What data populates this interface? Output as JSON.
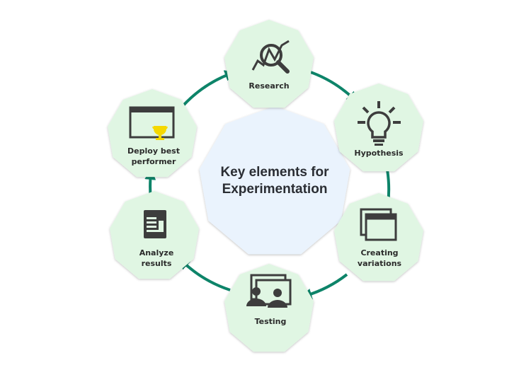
{
  "title": "Key elements for Experimentation",
  "colors": {
    "node_fill": "#e0f6e3",
    "center_fill": "#eaf3fd",
    "arrow": "#0d8469",
    "icon": "#3d3d3d",
    "trophy": "#f5d800"
  },
  "nodes": [
    {
      "id": "research",
      "label": "Research",
      "icon": "search-chart-icon"
    },
    {
      "id": "hypothesis",
      "label": "Hypothesis",
      "icon": "lightbulb-icon"
    },
    {
      "id": "creating",
      "label": "Creating variations",
      "icon": "windows-stack-icon"
    },
    {
      "id": "testing",
      "label": "Testing",
      "icon": "users-screens-icon"
    },
    {
      "id": "analyze",
      "label": "Analyze results",
      "icon": "report-icon"
    },
    {
      "id": "deploy",
      "label": "Deploy best performer",
      "icon": "window-trophy-icon"
    }
  ]
}
